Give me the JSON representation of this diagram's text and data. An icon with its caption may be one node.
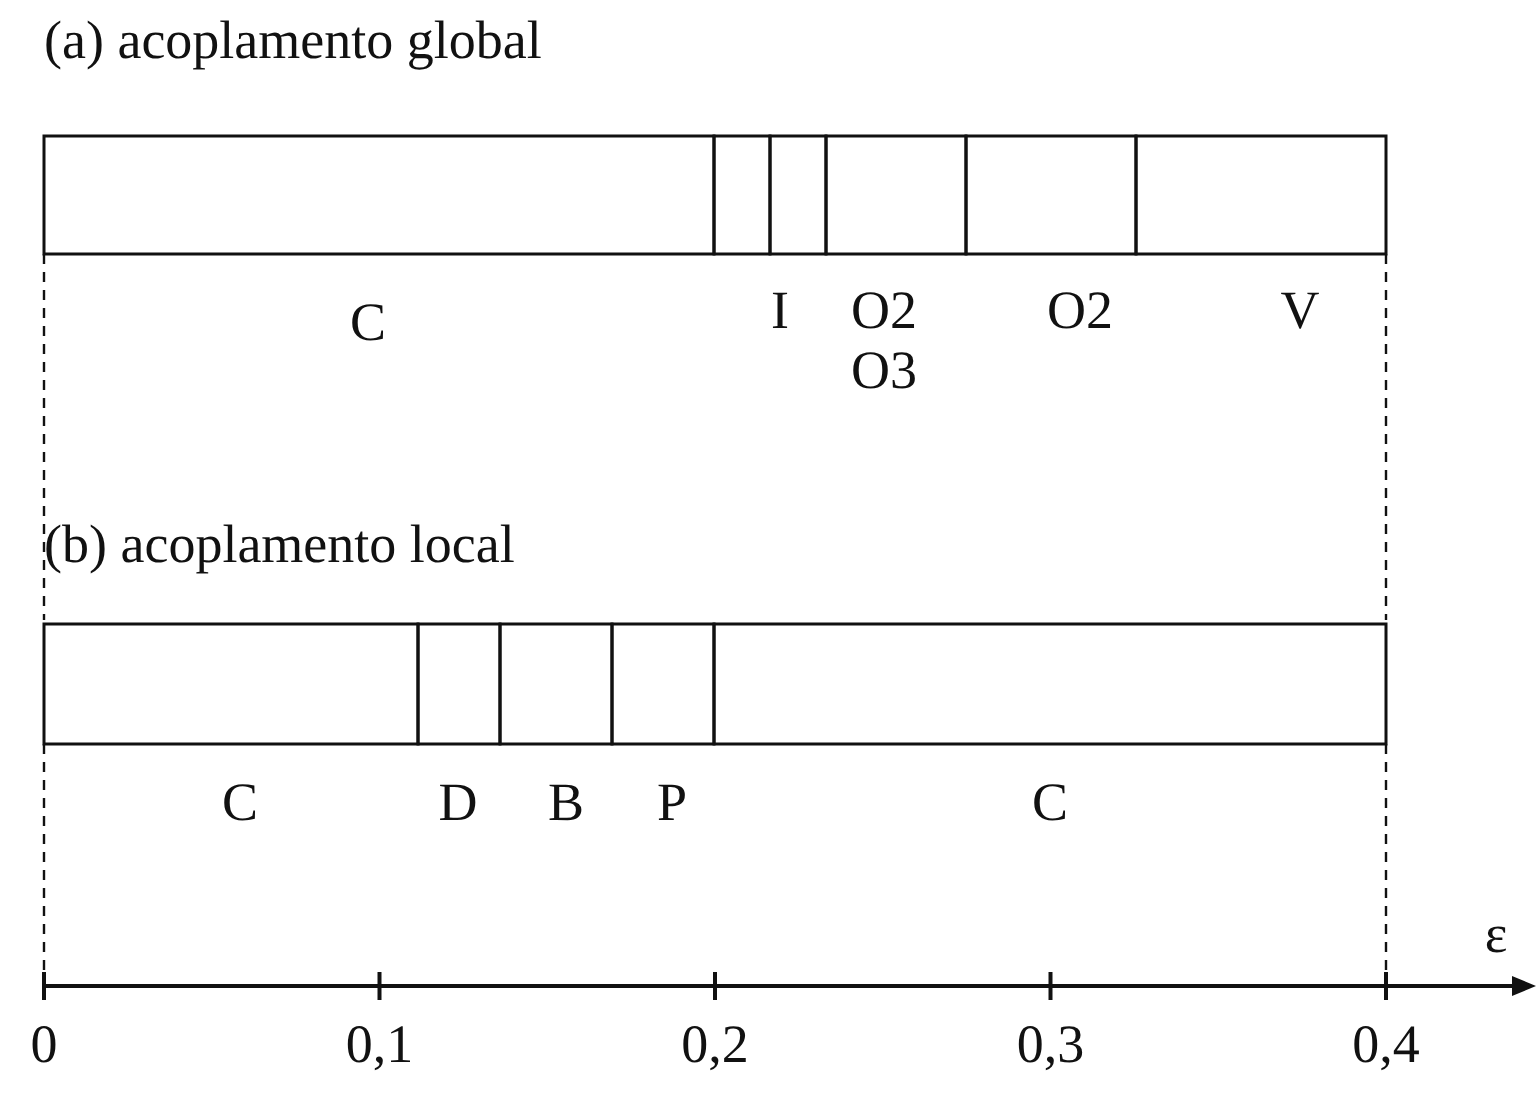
{
  "diagram": {
    "labels": [
      "(a) acoplamento global",
      "C",
      "I",
      "O2 O3",
      "O2",
      "V",
      "(b) acoplamento local",
      "C",
      "D",
      "B",
      "P",
      "C",
      "ε",
      "0",
      "0,1",
      "0,2",
      "0,3",
      "0,4"
    ]
  }
}
